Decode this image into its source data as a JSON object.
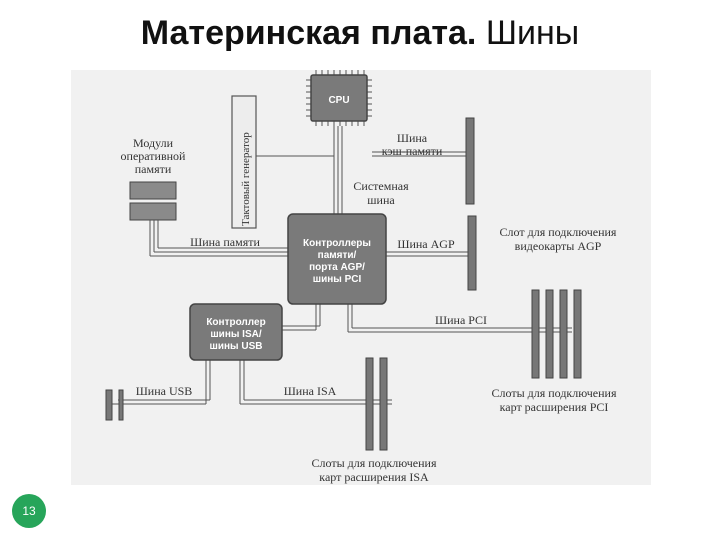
{
  "title": {
    "bold": "Материнская плата.",
    "normal": "Шины"
  },
  "page_number": "13",
  "colors": {
    "block": "#7a7a7a",
    "line": "#555555",
    "badge": "#27a55a"
  },
  "blocks": {
    "cpu": "CPU",
    "controller": [
      "Контроллеры",
      "памяти/",
      "порта AGP/",
      "шины PCI"
    ],
    "isa_usb_controller": [
      "Контроллер",
      "шины ISA/",
      "шины USB"
    ]
  },
  "labels": {
    "memory_modules": [
      "Модули",
      "оперативной",
      "памяти"
    ],
    "clock_generator": "Тактовый генератор",
    "cache_bus": [
      "Шина",
      "кэш-памяти"
    ],
    "system_bus": [
      "Системная",
      "шина"
    ],
    "memory_bus": "Шина памяти",
    "agp_bus": "Шина AGP",
    "agp_slot": [
      "Слот для подключения",
      "видеокарты AGP"
    ],
    "pci_bus": "Шина PCI",
    "usb_bus": "Шина USB",
    "isa_bus": "Шина ISA",
    "pci_slots": [
      "Слоты для подключения",
      "карт расширения PCI"
    ],
    "isa_slots": [
      "Слоты для подключения",
      "карт расширения ISA"
    ]
  }
}
